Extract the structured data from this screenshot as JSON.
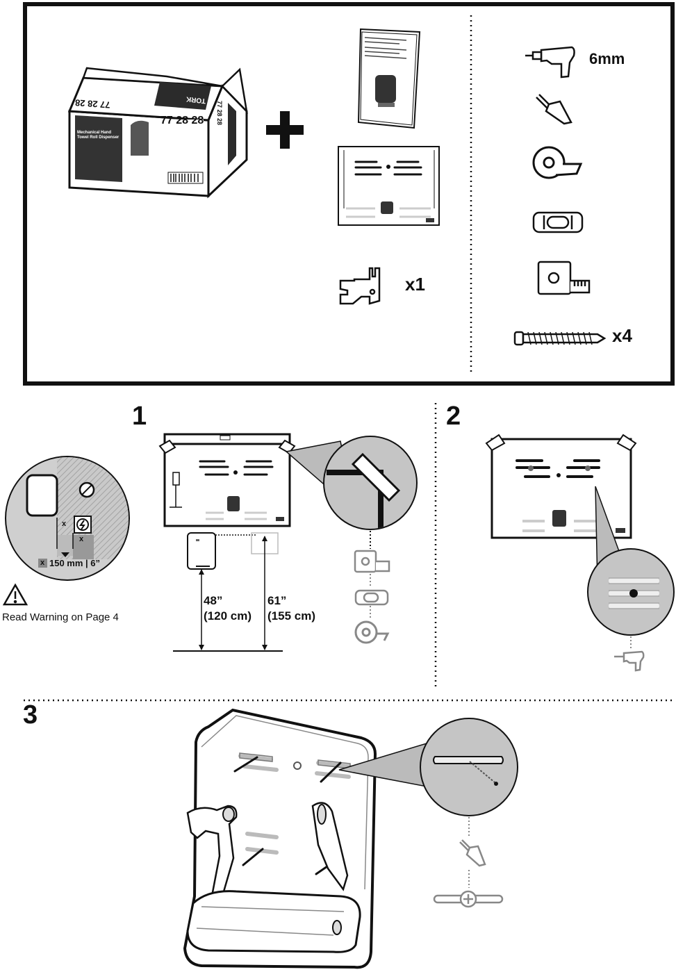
{
  "page": {
    "title": "Tork Mechanical Hand Towel Roll Dispenser installation"
  },
  "contents": {
    "box": {
      "product_number": "77 28 28",
      "product_number_flipped": "77 28 28",
      "product_number_side": "77 28 28",
      "brand": "TORK",
      "product_name_lines": [
        "Mechanical Hand",
        "Towel Roll Dispenser"
      ]
    },
    "bracket_qty": "x1",
    "tools": {
      "drill_bit_size": "6mm",
      "screw_qty": "x4"
    }
  },
  "step1": {
    "number": "1",
    "clearance_label_x": "x",
    "clearance_text": "150 mm | 6”",
    "warning_text": "Read Warning on Page 4",
    "height_a": "48”",
    "height_a_metric": "(120 cm)",
    "height_b": "61”",
    "height_b_metric": "(155 cm)"
  },
  "step2": {
    "number": "2"
  },
  "step3": {
    "number": "3"
  }
}
